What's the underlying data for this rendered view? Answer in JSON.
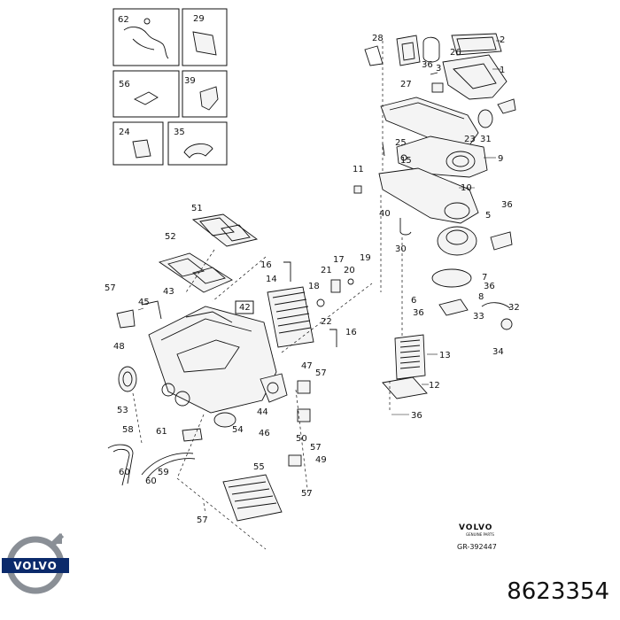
{
  "brand": {
    "wordmark": "VOLVO",
    "emblem_text": "VOLVO",
    "sub": "GENUINE PARTS",
    "drawing_ref": "GR-392447"
  },
  "part_number": "8623354",
  "inset_labels": [
    "62",
    "29",
    "56",
    "39",
    "24",
    "35"
  ],
  "callouts": {
    "c1": "1",
    "c2": "2",
    "c3": "3",
    "c5": "5",
    "c6": "6",
    "c7": "7",
    "c8": "8",
    "c9": "9",
    "c10": "10",
    "c11": "11",
    "c12": "12",
    "c13": "13",
    "c14": "14",
    "c15": "15",
    "c16a": "16",
    "c16b": "16",
    "c17": "17",
    "c18": "18",
    "c19": "19",
    "c20": "20",
    "c21": "21",
    "c22": "22",
    "c23": "23",
    "c25": "25",
    "c26": "26",
    "c27": "27",
    "c28": "28",
    "c30": "30",
    "c31": "31",
    "c32": "32",
    "c33": "33",
    "c34": "34",
    "c36a": "36",
    "c36b": "36",
    "c36c": "36",
    "c36d": "36",
    "c36e": "36",
    "c40": "40",
    "c42": "42",
    "c43": "43",
    "c44": "44",
    "c45": "45",
    "c46": "46",
    "c47": "47",
    "c48": "48",
    "c49": "49",
    "c50": "50",
    "c51": "51",
    "c52": "52",
    "c53": "53",
    "c54": "54",
    "c55": "55",
    "c57a": "57",
    "c57b": "57",
    "c57c": "57",
    "c57d": "57",
    "c57e": "57",
    "c58": "58",
    "c59": "59",
    "c60a": "60",
    "c60b": "60",
    "c61": "61"
  }
}
